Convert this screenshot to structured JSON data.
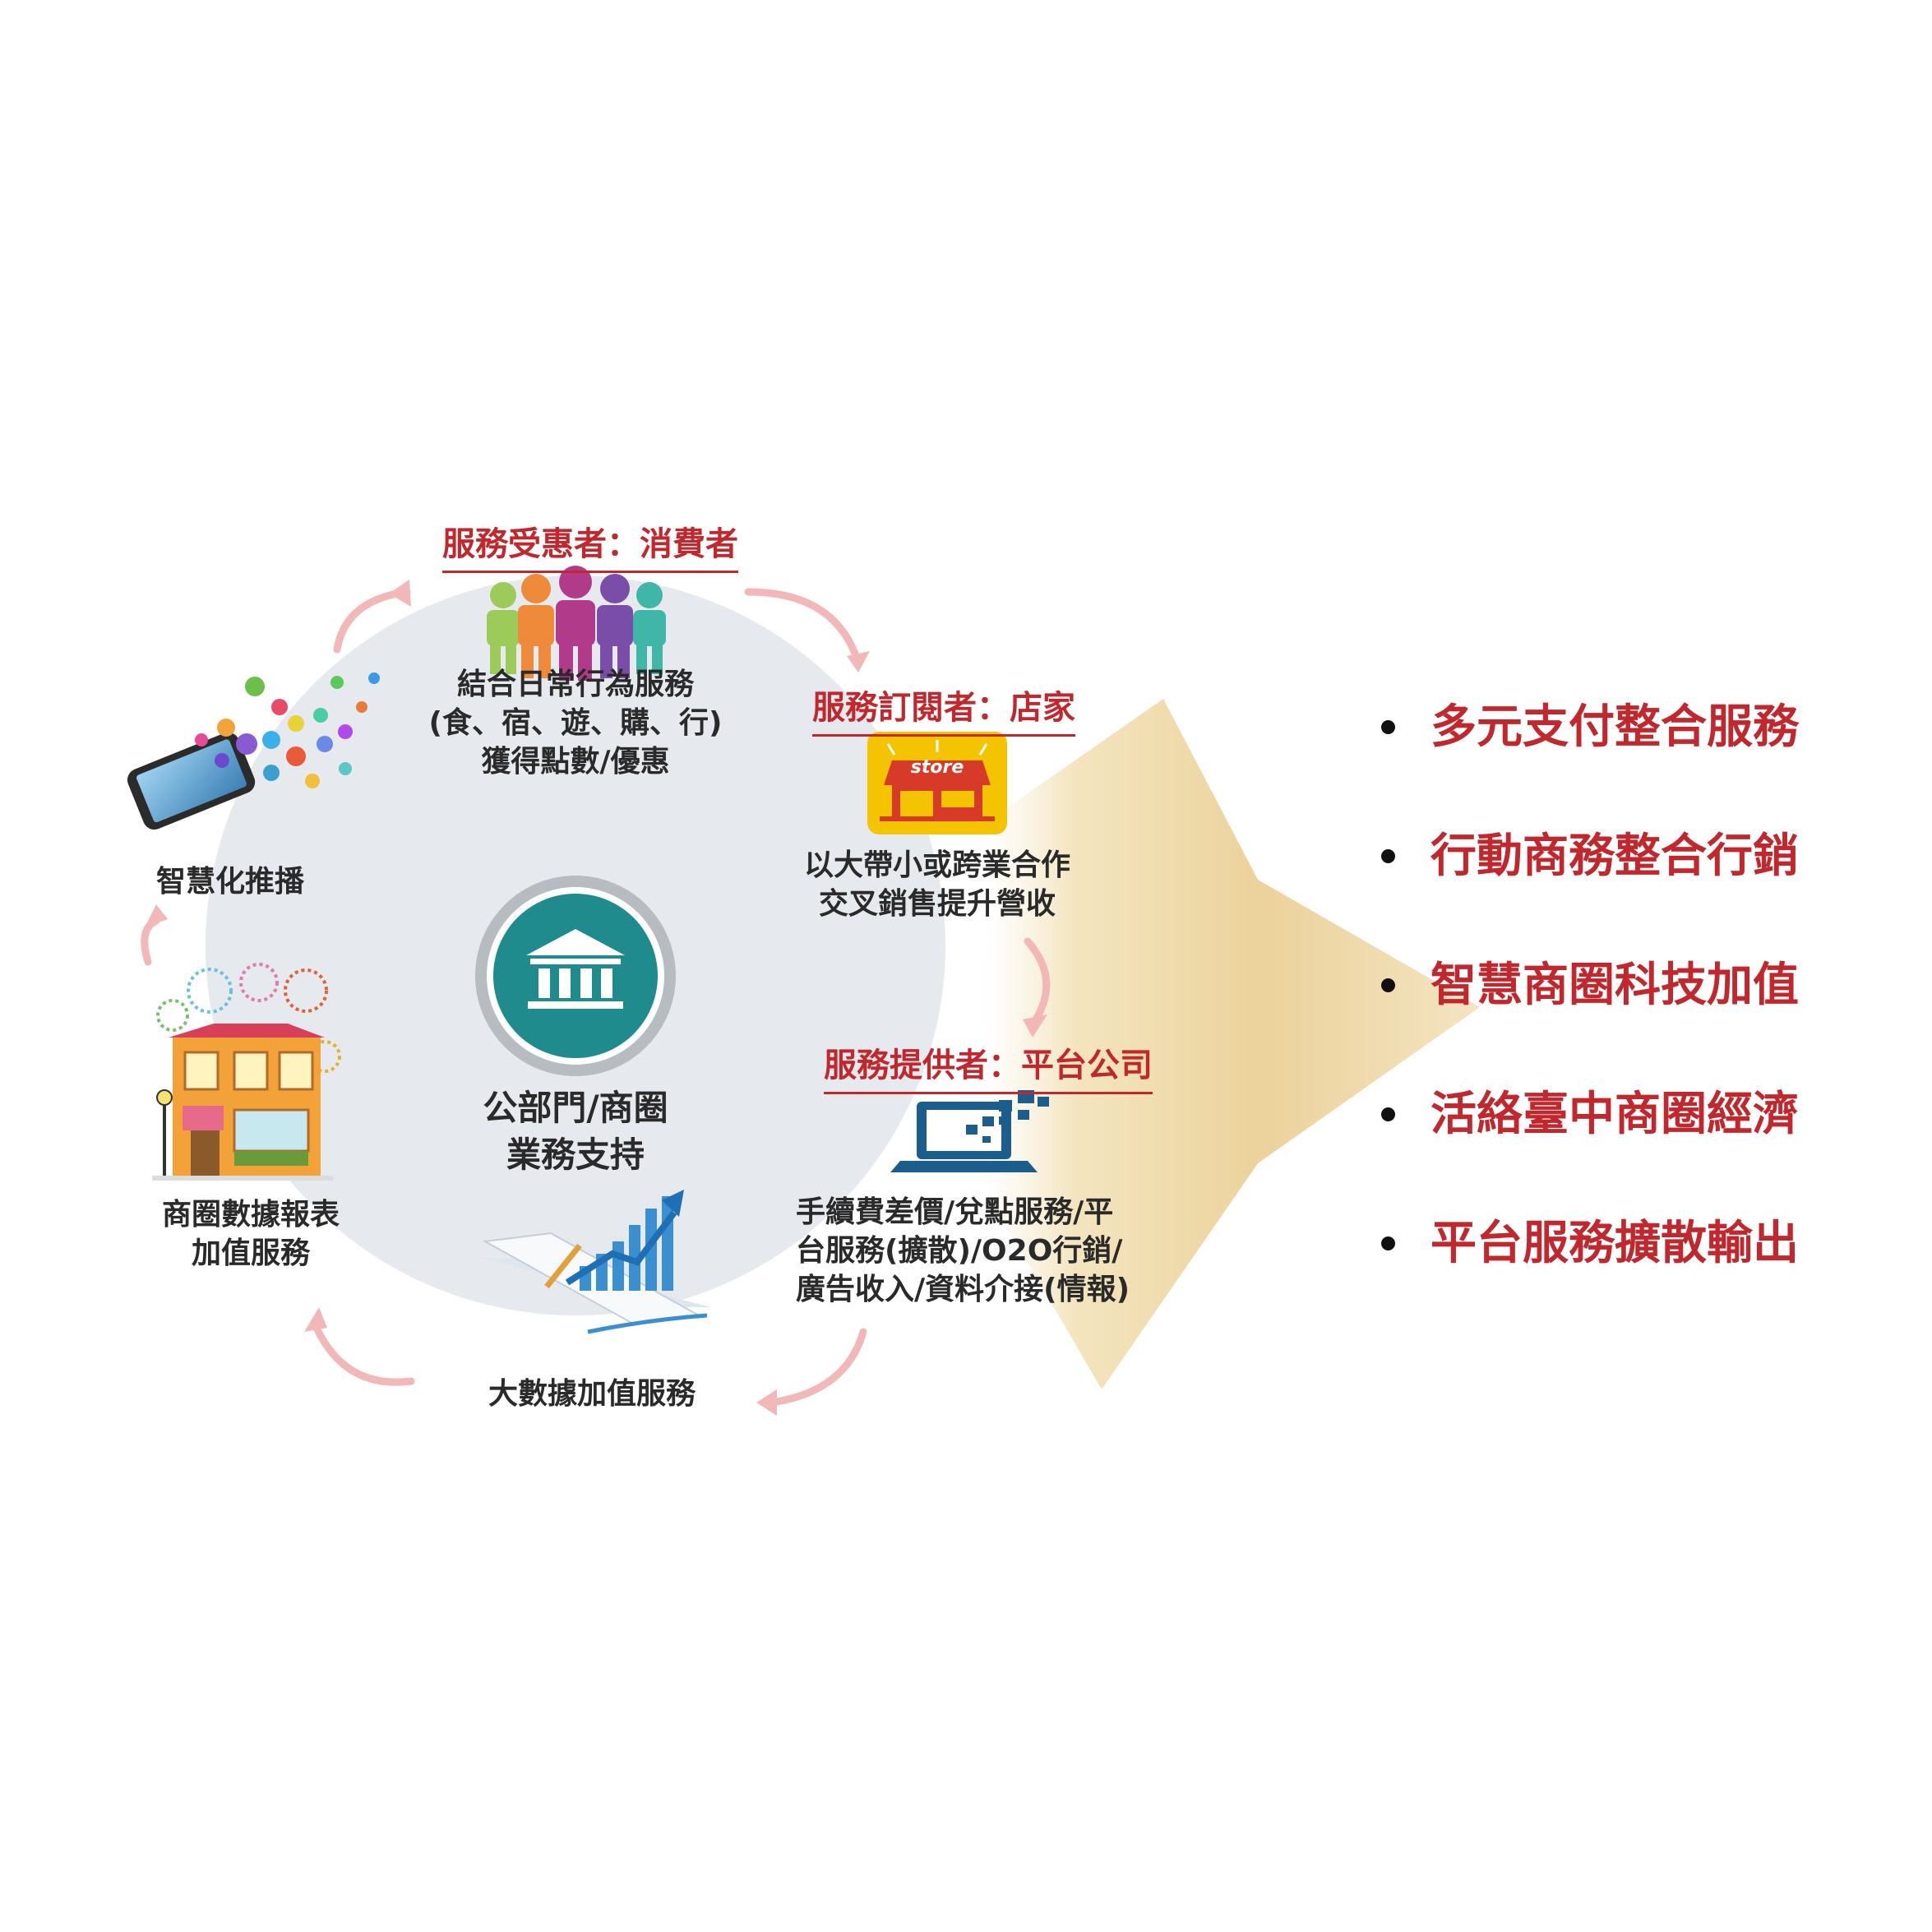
{
  "center": {
    "line1": "公部門/商圈",
    "line2": "業務支持",
    "icon": "bank-building-icon"
  },
  "consumer": {
    "title": "服務受惠者：消費者",
    "desc": [
      "結合日常行為服務",
      "(食、宿、遊、購、行)",
      "獲得點數/優惠"
    ],
    "icon": "people-group-icon"
  },
  "store": {
    "title": "服務訂閱者：店家",
    "icon_text": "store",
    "desc": [
      "以大帶小或跨業合作",
      "交叉銷售提升營收"
    ],
    "icon": "storefront-icon"
  },
  "platform": {
    "title": "服務提供者：平台公司",
    "desc": [
      "手續費差價/兌點服務/平",
      "台服務(擴散)/O2O行銷/",
      "廣告收入/資料介接(情報)"
    ],
    "icon": "laptop-data-icon"
  },
  "bigdata": {
    "label": "大數據加值服務",
    "icon": "growth-chart-icon"
  },
  "report": {
    "desc": [
      "商圈數據報表",
      "加值服務"
    ],
    "icon": "shop-building-icon"
  },
  "push": {
    "label": "智慧化推播",
    "icon": "smartphone-apps-icon"
  },
  "outcomes": [
    "多元支付整合服務",
    "行動商務整合行銷",
    "智慧商圈科技加值",
    "活絡臺中商圈經濟",
    "平台服務擴散輸出"
  ],
  "colors": {
    "accent_red": "#c0282e",
    "circle_fill": "#e6e9ed",
    "teal": "#1f8b8c",
    "arrow_gold": "#e8c98a",
    "flow_arrow_pink": "#f2b8b8",
    "laptop_blue": "#1b5e8c",
    "store_yellow": "#f5c400"
  }
}
